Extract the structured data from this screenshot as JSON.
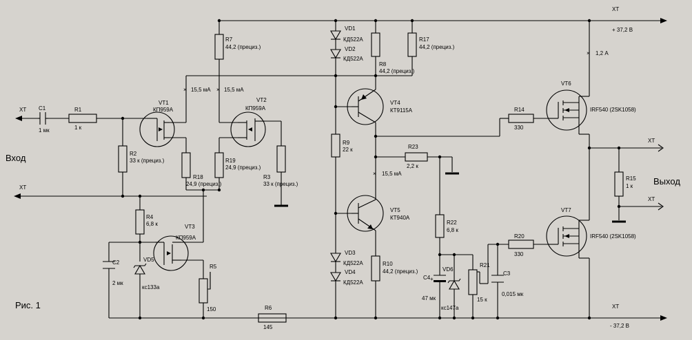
{
  "figure_label": "Рис. 1",
  "ports": {
    "input_label": "Вход",
    "output_label": "Выход",
    "xt": "XT",
    "plus_supply": "+ 37,2 В",
    "minus_supply": "- 37,2 В"
  },
  "annotations": {
    "current_vt1": "15,5 мА",
    "current_vt2": "15,5 мА",
    "current_vt5": "15,5 мА",
    "current_out": "1,2 А"
  },
  "components": {
    "C1": {
      "ref": "C1",
      "value": "1 мк"
    },
    "R1": {
      "ref": "R1",
      "value": "1 к"
    },
    "R2": {
      "ref": "R2",
      "value": "33 к (прециз.)"
    },
    "VT1": {
      "ref": "VT1",
      "value": "КП959А"
    },
    "VT2": {
      "ref": "VT2",
      "value": "КП959А"
    },
    "R7": {
      "ref": "R7",
      "value": "44,2 (прециз.)"
    },
    "R18": {
      "ref": "R18",
      "value": "24,9 (прециз.)"
    },
    "R19": {
      "ref": "R19",
      "value": "24,9 (прециз.)"
    },
    "R3": {
      "ref": "R3",
      "value": "33 к (прециз.)"
    },
    "R4": {
      "ref": "R4",
      "value": "6,8 к"
    },
    "VT3": {
      "ref": "VT3",
      "value": "КП959А"
    },
    "C2": {
      "ref": "C2",
      "value": "2 мк"
    },
    "VD5": {
      "ref": "VD5",
      "value": "кс133а"
    },
    "R5": {
      "ref": "R5",
      "value": "150"
    },
    "R6": {
      "ref": "R6",
      "value": "145"
    },
    "VD1": {
      "ref": "VD1",
      "value": "КД522А"
    },
    "VD2": {
      "ref": "VD2",
      "value": "КД522А"
    },
    "VD3": {
      "ref": "VD3",
      "value": "КД522А"
    },
    "VD4": {
      "ref": "VD4",
      "value": "КД522А"
    },
    "R8": {
      "ref": "R8",
      "value": "44,2 (прециз.)"
    },
    "R17": {
      "ref": "R17",
      "value": "44,2 (прециз.)"
    },
    "VT4": {
      "ref": "VT4",
      "value": "КТ9115А"
    },
    "R9": {
      "ref": "R9",
      "value": "22 к"
    },
    "R23": {
      "ref": "R23",
      "value": "2,2 к"
    },
    "VT5": {
      "ref": "VT5",
      "value": "КТ940А"
    },
    "R10": {
      "ref": "R10",
      "value": "44,2 (прециз.)"
    },
    "R22": {
      "ref": "R22",
      "value": "6,8 к"
    },
    "C4": {
      "ref": "C4",
      "value": "47 мк"
    },
    "VD6": {
      "ref": "VD6",
      "value": "кс147а"
    },
    "R21": {
      "ref": "R21",
      "value": "15 к"
    },
    "C3": {
      "ref": "C3",
      "value": "0,015 мк"
    },
    "R14": {
      "ref": "R14",
      "value": "330"
    },
    "R20": {
      "ref": "R20",
      "value": "330"
    },
    "VT6": {
      "ref": "VT6",
      "value": "IRF540 (2SK1058)"
    },
    "VT7": {
      "ref": "VT7",
      "value": "IRF540 (2SK1058)"
    },
    "R15": {
      "ref": "R15",
      "value": "1 к"
    }
  }
}
